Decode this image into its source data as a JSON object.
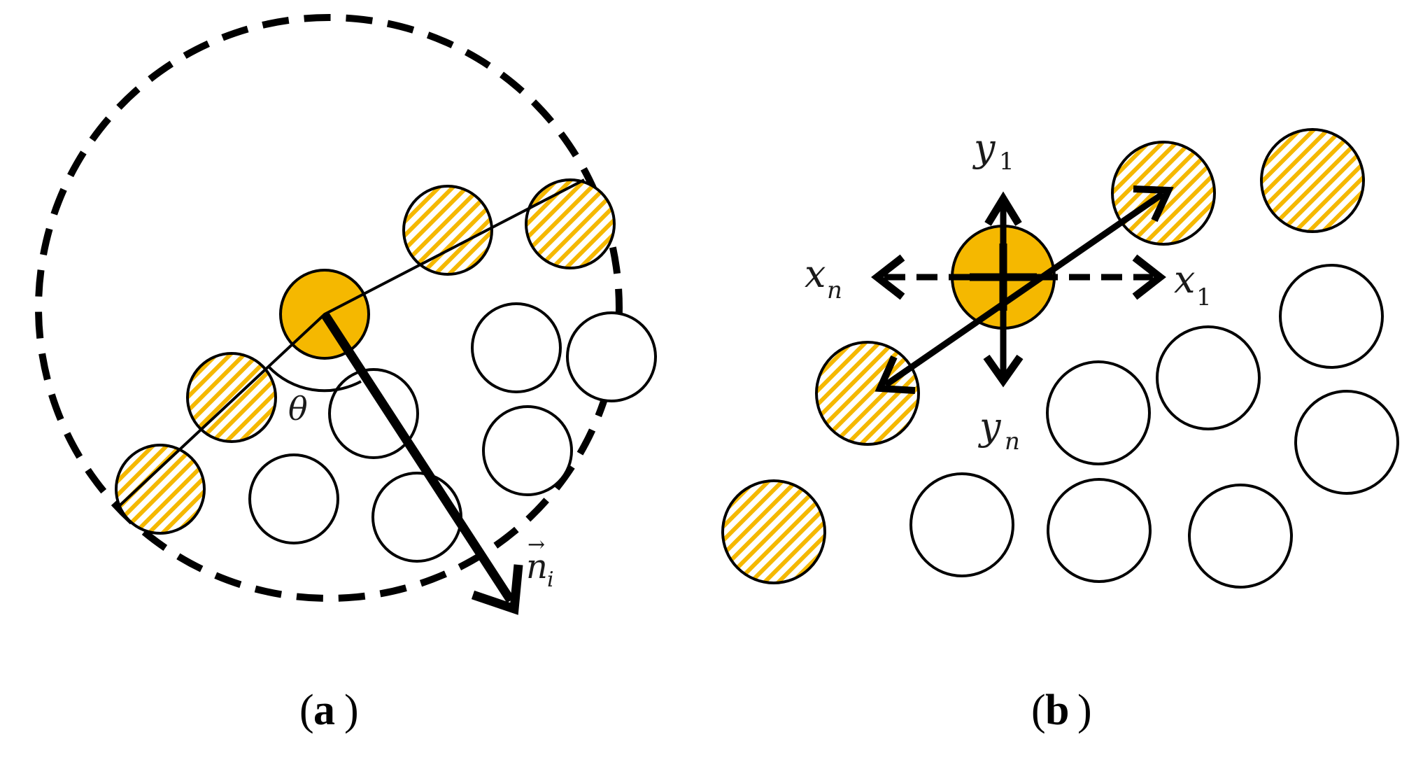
{
  "colors": {
    "fill_solid": "#F5B800",
    "hatch_stripe": "#F5B800",
    "outline": "#000000",
    "background": "#FFFFFF"
  },
  "panel_a": {
    "caption_letter": "a",
    "label_theta": "θ",
    "label_normal": "n",
    "label_normal_subscript": "i",
    "label_normal_arrow": "→"
  },
  "panel_b": {
    "caption_letter": "b",
    "label_y1": "y",
    "label_y1_subscript": "1",
    "label_yn": "y",
    "label_yn_subscript": "n",
    "label_x1": "x",
    "label_x1_subscript": "1",
    "label_xn": "x",
    "label_xn_subscript": "n"
  }
}
